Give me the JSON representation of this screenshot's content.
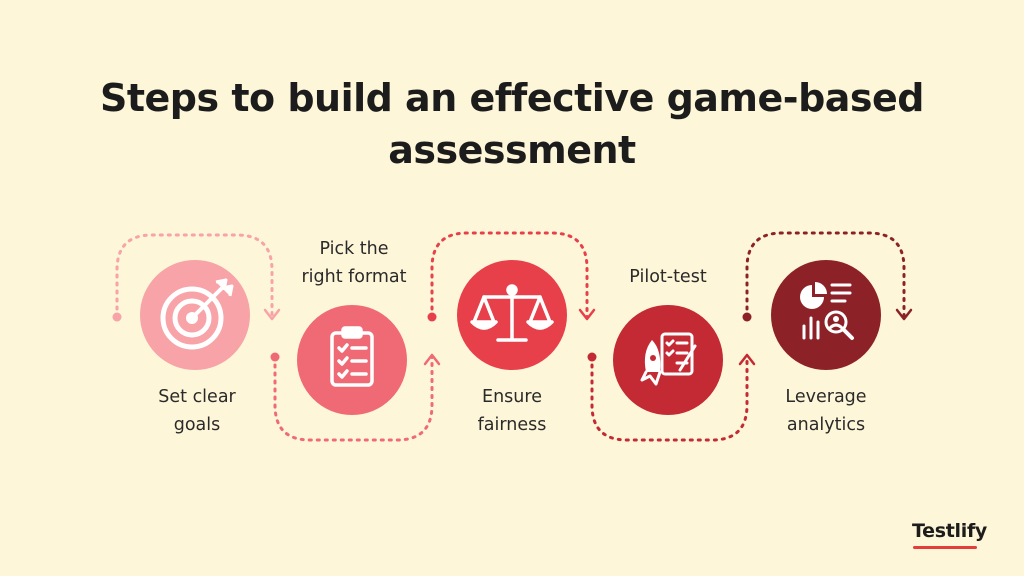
{
  "title": {
    "line1": "Steps to build an effective game-based",
    "line2": "assessment"
  },
  "steps": [
    {
      "label_lines": [
        "Set clear",
        "goals"
      ],
      "icon": "target-icon",
      "color": "#f7a3a7"
    },
    {
      "label_lines": [
        "Pick the",
        "right format"
      ],
      "icon": "clipboard-checklist-icon",
      "color": "#f06a75"
    },
    {
      "label_lines": [
        "Ensure",
        "fairness"
      ],
      "icon": "scales-icon",
      "color": "#e8404a"
    },
    {
      "label_lines": [
        "Pilot-test"
      ],
      "icon": "rocket-checklist-icon",
      "color": "#c32a33"
    },
    {
      "label_lines": [
        "Leverage",
        "analytics"
      ],
      "icon": "analytics-magnifier-icon",
      "color": "#8c2228"
    }
  ],
  "brand": {
    "name": "Testlify",
    "accent": "#e53c3c"
  },
  "colors": {
    "background": "#fdf6d8",
    "text": "#1c1c1c"
  }
}
